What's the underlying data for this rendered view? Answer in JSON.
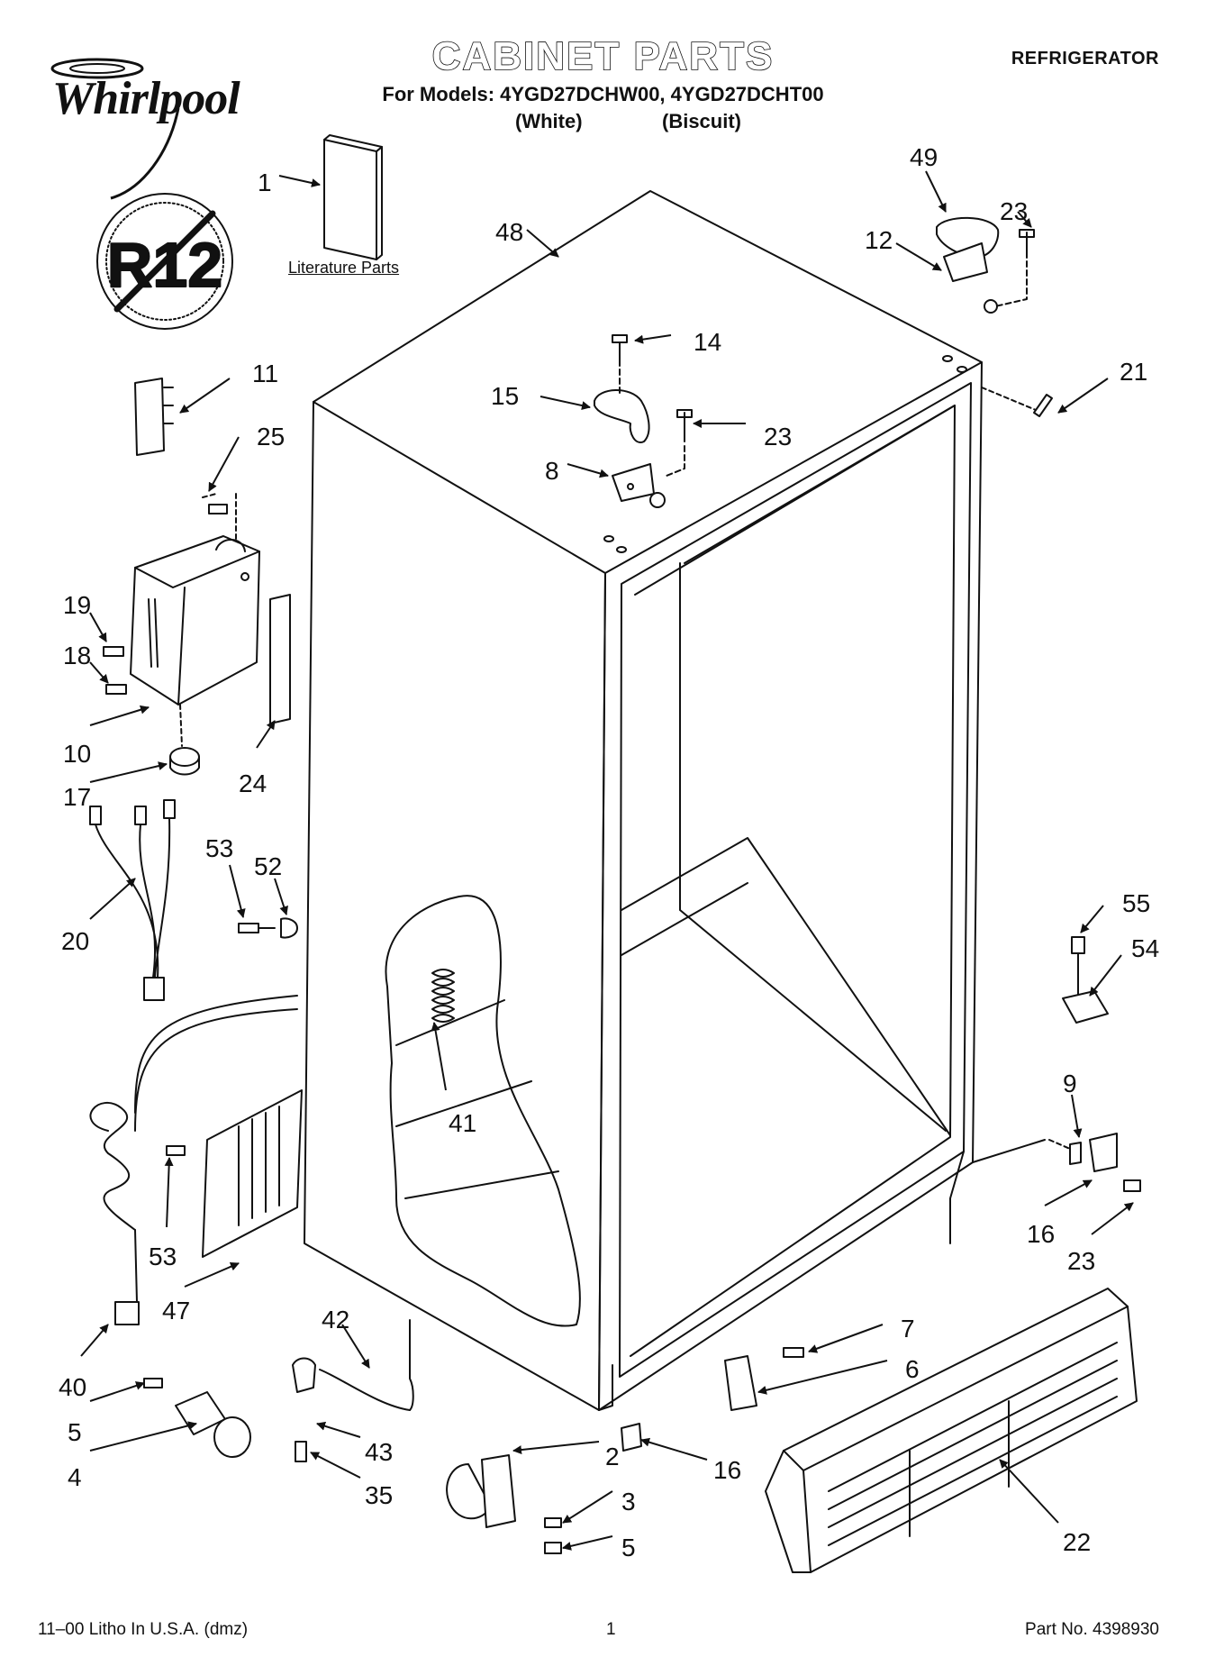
{
  "brand": "Whirlpool",
  "title": "CABINET PARTS",
  "category": "REFRIGERATOR",
  "models_line": "For Models: 4YGD27DCHW00, 4YGD27DCHT00",
  "variants": [
    "(White)",
    "(Biscuit)"
  ],
  "no_r12_label": "R12",
  "literature_label": "Literature Parts",
  "footer": {
    "left": "11–00 Litho In U.S.A. (dmz)",
    "center": "1",
    "right": "Part No. 4398930"
  },
  "callouts": [
    "1",
    "48",
    "49",
    "23",
    "12",
    "14",
    "15",
    "23",
    "8",
    "21",
    "11",
    "25",
    "19",
    "18",
    "10",
    "17",
    "24",
    "53",
    "52",
    "20",
    "41",
    "55",
    "54",
    "9",
    "53",
    "47",
    "16",
    "23",
    "42",
    "7",
    "6",
    "40",
    "5",
    "4",
    "43",
    "35",
    "2",
    "3",
    "5",
    "16",
    "22"
  ]
}
